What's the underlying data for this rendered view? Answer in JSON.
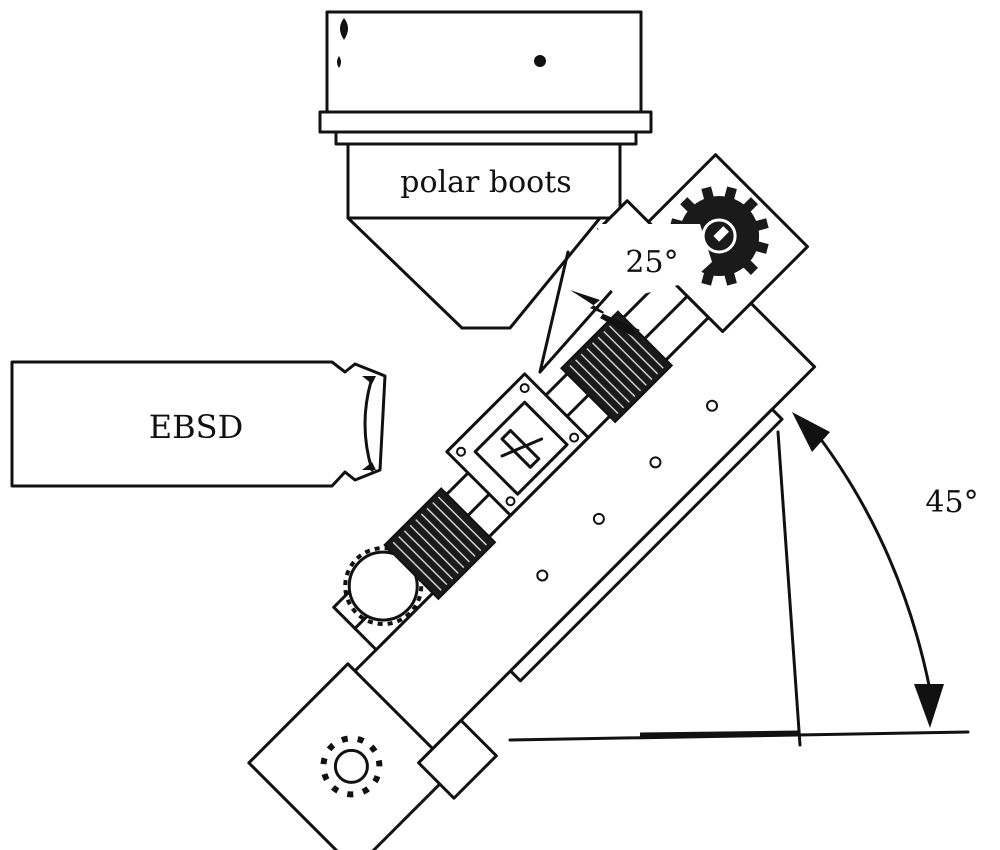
{
  "labels": {
    "polar_boots": "polar boots",
    "ebsd": "EBSD",
    "tilt_angle": "25°",
    "stage_angle": "45°"
  },
  "colors": {
    "line": "#111111",
    "background": "#ffffff"
  }
}
